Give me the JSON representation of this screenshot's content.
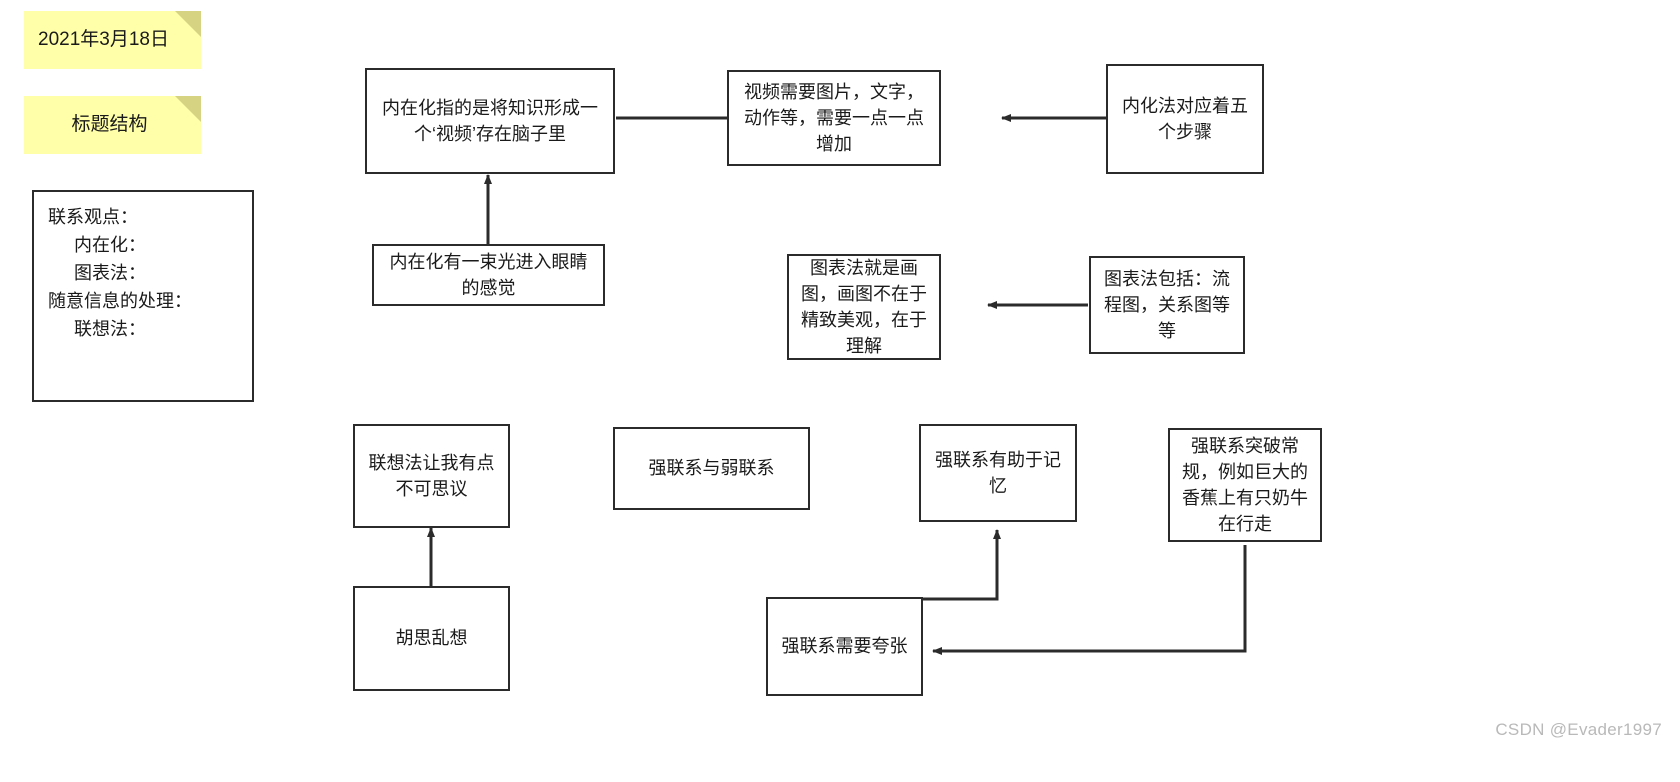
{
  "canvas": {
    "background": "#ffffff",
    "box_border_color": "#2b2b2b",
    "sticky_color": "#ffffaa",
    "sticky_fold_color": "#d6d382",
    "text_color": "#1a1a1a",
    "watermark_color": "#b9b9b9"
  },
  "stickies": {
    "date": "2021年3月18日",
    "title": "标题结构"
  },
  "outline": {
    "lines": [
      "联系观点：",
      "内在化：",
      "图表法：",
      "随意信息的处理：",
      "联想法："
    ],
    "indent": [
      0,
      1,
      1,
      0,
      1
    ]
  },
  "nodes": {
    "internalize_def": "内在化指的是将知识形成一个‘视频’存在脑子里",
    "video_needs": "视频需要图片，文字，动作等，需要一点一点增加",
    "five_steps": "内化法对应着五个步骤",
    "beam_of_light": "内在化有一束光进入眼睛的感觉",
    "chart_method_def": "图表法就是画图，画图不在于精致美观，在于理解",
    "chart_method_includes": "图表法包括：流程图，关系图等等",
    "association_amazing": "联想法让我有点不可思议",
    "wild_thoughts": "胡思乱想",
    "strong_weak_links": "强联系与弱联系",
    "strong_helps_memory": "强联系有助于记忆",
    "strong_breaks_norms": "强联系突破常规，例如巨大的香蕉上有只奶牛在行走",
    "strong_needs_exaggeration": "强联系需要夸张"
  },
  "watermark": "CSDN @Evader1997"
}
